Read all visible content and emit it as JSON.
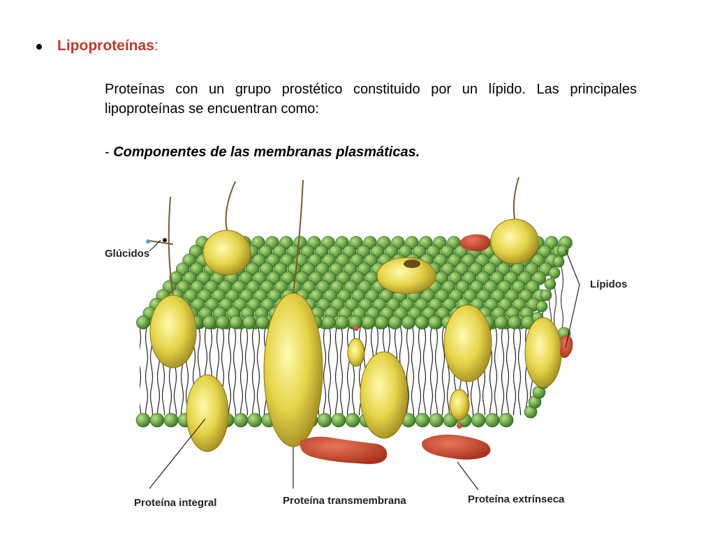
{
  "slide": {
    "heading": "Lipoproteínas",
    "heading_suffix": ":",
    "paragraph": "Proteínas con un grupo prostético constituido por un lípido. Las principales lipoproteínas se encuentran como:",
    "sub_prefix": "- ",
    "sub_item": "Componentes de las membranas plasmáticas."
  },
  "diagram": {
    "labels": {
      "glucidos": "Glúcidos",
      "lipidos": "Lípidos",
      "integral": "Proteína integral",
      "transmembrana": "Proteína transmembrana",
      "extrinseca": "Proteína extrínseca"
    }
  },
  "colors": {
    "heading": "#c0392b",
    "lipid_head": "#6fa84a",
    "protein": "#e6d44a",
    "extrinsic": "#c9472a"
  }
}
